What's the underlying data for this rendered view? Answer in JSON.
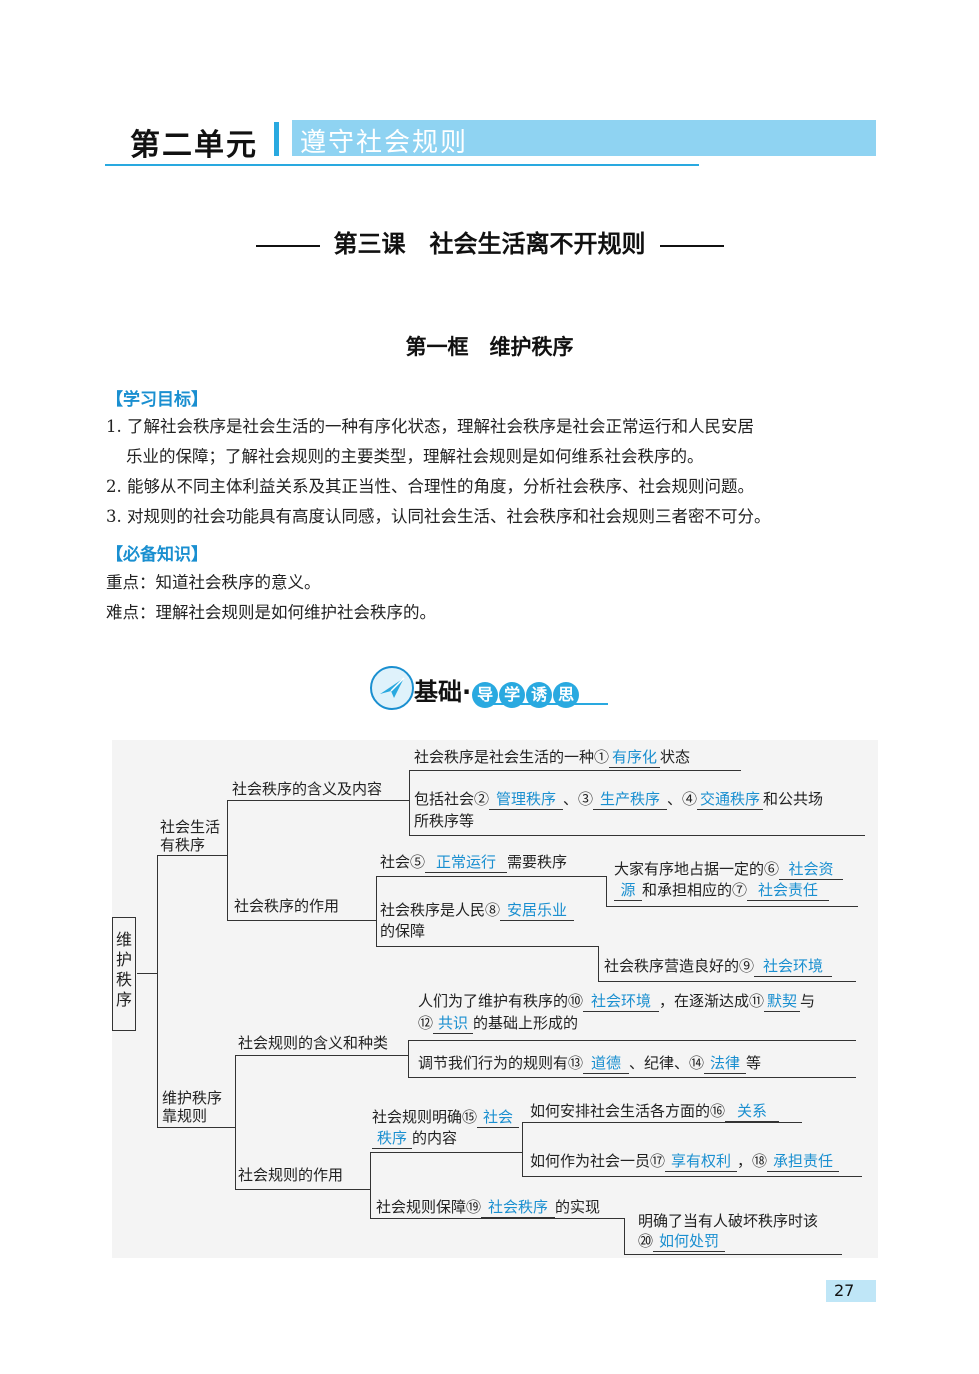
{
  "header": {
    "unit": "第二单元",
    "unit_topic": "遵守社会规则",
    "lesson": "第三课　社会生活离不开规则",
    "frame": "第一框　维护秩序"
  },
  "goals": {
    "heading": "【学习目标】",
    "items": [
      "1. 了解社会秩序是社会生活的一种有序化状态，理解社会秩序是社会正常运行和人民安居",
      "乐业的保障；了解社会规则的主要类型，理解社会规则是如何维系社会秩序的。",
      "2. 能够从不同主体利益关系及其正当性、合理性的角度，分析社会秩序、社会规则问题。",
      "3. 对规则的社会功能具有高度认同感，认同社会生活、社会秩序和社会规则三者密不可分。"
    ]
  },
  "knowledge": {
    "heading": "【必备知识】",
    "key": "重点：知道社会秩序的意义。",
    "difficult": "难点：理解社会规则是如何维护社会秩序的。"
  },
  "badge": {
    "main": "基础·",
    "chars": [
      "导",
      "学",
      "诱",
      "思"
    ]
  },
  "map": {
    "root": "维护秩序",
    "b1": "社会生活有秩序",
    "b1_c1": "社会秩序的含义及内容",
    "b1_c1_l1_pre": "社会秩序是社会生活的一种①",
    "a1": "有序化",
    "b1_c1_l1_post": "状态",
    "b1_c1_l2_pre": "包括社会②",
    "a2": "管理秩序",
    "b1_c1_l2_m1": "、③",
    "a3": "生产秩序",
    "b1_c1_l2_m2": "、④",
    "a4": "交通秩序",
    "b1_c1_l2_post": "和公共场",
    "b1_c1_l2_line2": "所秩序等",
    "b1_c2": "社会秩序的作用",
    "b1_c2_l1_pre": "社会⑤",
    "a5": "正常运行",
    "b1_c2_l1_post": "需要秩序",
    "b1_c2_l2_pre": "大家有序地占据一定的⑥",
    "a6a": "社会资",
    "a6b": "源",
    "b1_c2_l2_mid": "和承担相应的⑦",
    "a7": "社会责任",
    "b1_c2_l3_pre": "社会秩序是人民⑧",
    "a8": "安居乐业",
    "b1_c2_l3_line2": "的保障",
    "b1_c2_l4_pre": "社会秩序营造良好的⑨",
    "a9": "社会环境",
    "b2": "维护秩序靠规则",
    "b2_c1": "社会规则的含义和种类",
    "b2_c1_l1_pre": "人们为了维护有秩序的⑩",
    "a10": "社会环境",
    "b2_c1_l1_mid": "，在逐渐达成⑪",
    "a11": "默契",
    "b2_c1_l1_post": "与",
    "b2_c1_l1_pre2": "⑫",
    "a12": "共识",
    "b2_c1_l1_post2": "的基础上形成的",
    "b2_c1_l2_pre": "调节我们行为的规则有⑬",
    "a13": "道德",
    "b2_c1_l2_mid": "、纪律、⑭",
    "a14": "法律",
    "b2_c1_l2_post": "等",
    "b2_c2": "社会规则的作用",
    "b2_c2_l1_pre": "社会规则明确⑮",
    "a15a": "社会",
    "a15b": "秩序",
    "b2_c2_l1_post": "的内容",
    "b2_c2_l2_pre": "如何安排社会生活各方面的⑯",
    "a16": "关系",
    "b2_c2_l3_pre": "如何作为社会一员⑰",
    "a17": "享有权利",
    "b2_c2_l3_mid": "，⑱",
    "a18": "承担责任",
    "b2_c2_l4_pre": "社会规则保障⑲",
    "a19": "社会秩序",
    "b2_c2_l4_post": "的实现",
    "b2_c2_l5": "明确了当有人破坏秩序时该",
    "b2_c2_l5_pre2": "⑳",
    "a20": "如何处罚"
  },
  "page_number": "27"
}
